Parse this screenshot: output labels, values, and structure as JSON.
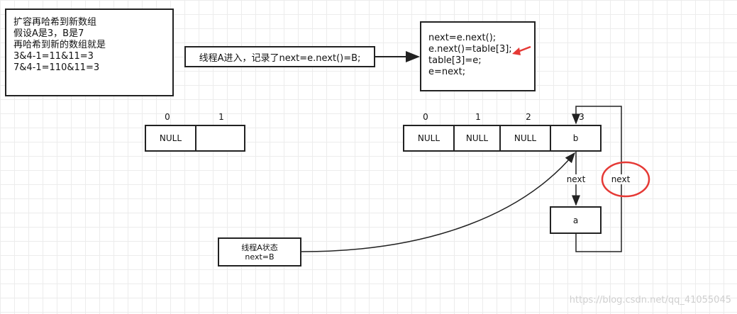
{
  "notes": {
    "rehash": [
      "扩容再哈希到新数组",
      "假设A是3，B是7",
      "再哈希到新的数组就是",
      "3&4-1=11&11=3",
      "7&4-1=110&11=3"
    ],
    "thread_enter": "线程A进入，记录了next=e.next()=B;",
    "code": [
      "next=e.next();",
      "e.next()=table[3];",
      "table[3]=e;",
      "e=next;"
    ],
    "thread_state": [
      "线程A状态",
      "next=B"
    ]
  },
  "small_array": {
    "indices": [
      "0",
      "1"
    ],
    "cells": [
      "NULL",
      ""
    ]
  },
  "big_array": {
    "indices": [
      "0",
      "1",
      "2",
      "3"
    ],
    "cells": [
      "NULL",
      "NULL",
      "NULL",
      "b"
    ]
  },
  "nodes": {
    "a": "a"
  },
  "edges": {
    "next_down": "next",
    "next_loop": "next"
  },
  "colors": {
    "highlight": "#e53935",
    "stroke": "#222222"
  },
  "watermark": "https://blog.csdn.net/qq_41055045"
}
